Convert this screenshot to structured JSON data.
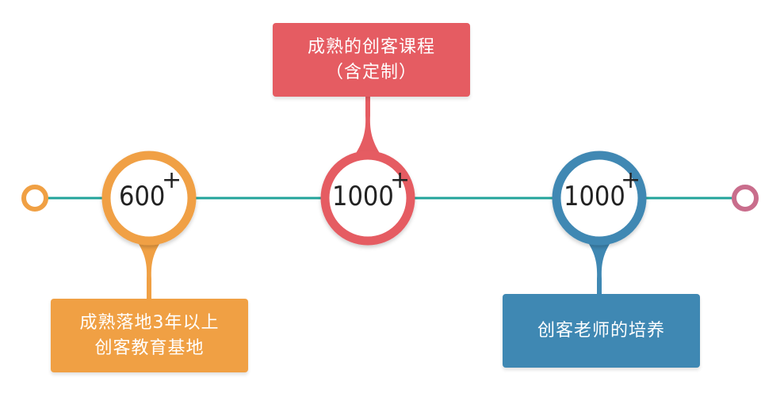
{
  "milestones": [
    {
      "number": "600",
      "suffix": "+",
      "color": "#f0a044",
      "card_position": "below",
      "card_color": "#f0a044",
      "card_lines": [
        "成熟落地3年以上",
        "创客教育基地"
      ]
    },
    {
      "number": "1000",
      "suffix": "+",
      "color": "#e55c62",
      "card_position": "above",
      "card_color": "#e55c62",
      "card_lines": [
        "成熟的创客课程",
        "（含定制）"
      ]
    },
    {
      "number": "1000",
      "suffix": "+",
      "color": "#3f88b3",
      "card_position": "below",
      "card_color": "#3f88b3",
      "card_lines": [
        "创客老师的培养"
      ]
    }
  ],
  "timeline": {
    "line_color": "#21a39a",
    "start_dot_color": "#f0a044",
    "end_dot_color": "#c96d8c"
  }
}
